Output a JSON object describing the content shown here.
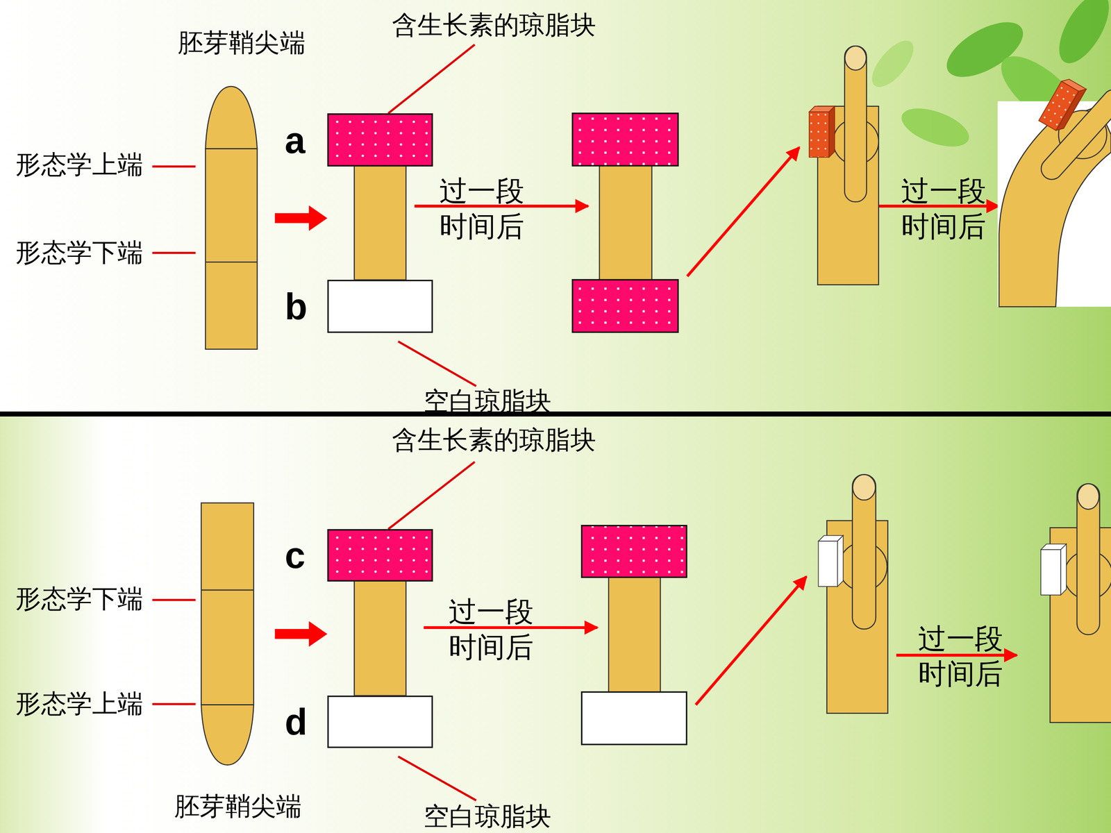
{
  "diagram": {
    "nodes": [
      {
        "text": [
          "a"
        ]
      },
      {
        "text": [
          "b"
        ]
      },
      {
        "text": [
          "c"
        ]
      },
      {
        "text": [
          "d"
        ]
      }
    ],
    "labels": [
      "胚芽鞘尖端",
      "含生长素的琼脂块",
      "形态学上端",
      "形态学下端",
      "过一段 时间后",
      "过一段 时间后",
      "空白琼脂块",
      "含生长素的琼脂块",
      "形态学下端",
      "过一段 时间后",
      "过一段 时间后",
      "形态学上端",
      "胚芽鞘尖端",
      "空白琼脂块"
    ]
  }
}
